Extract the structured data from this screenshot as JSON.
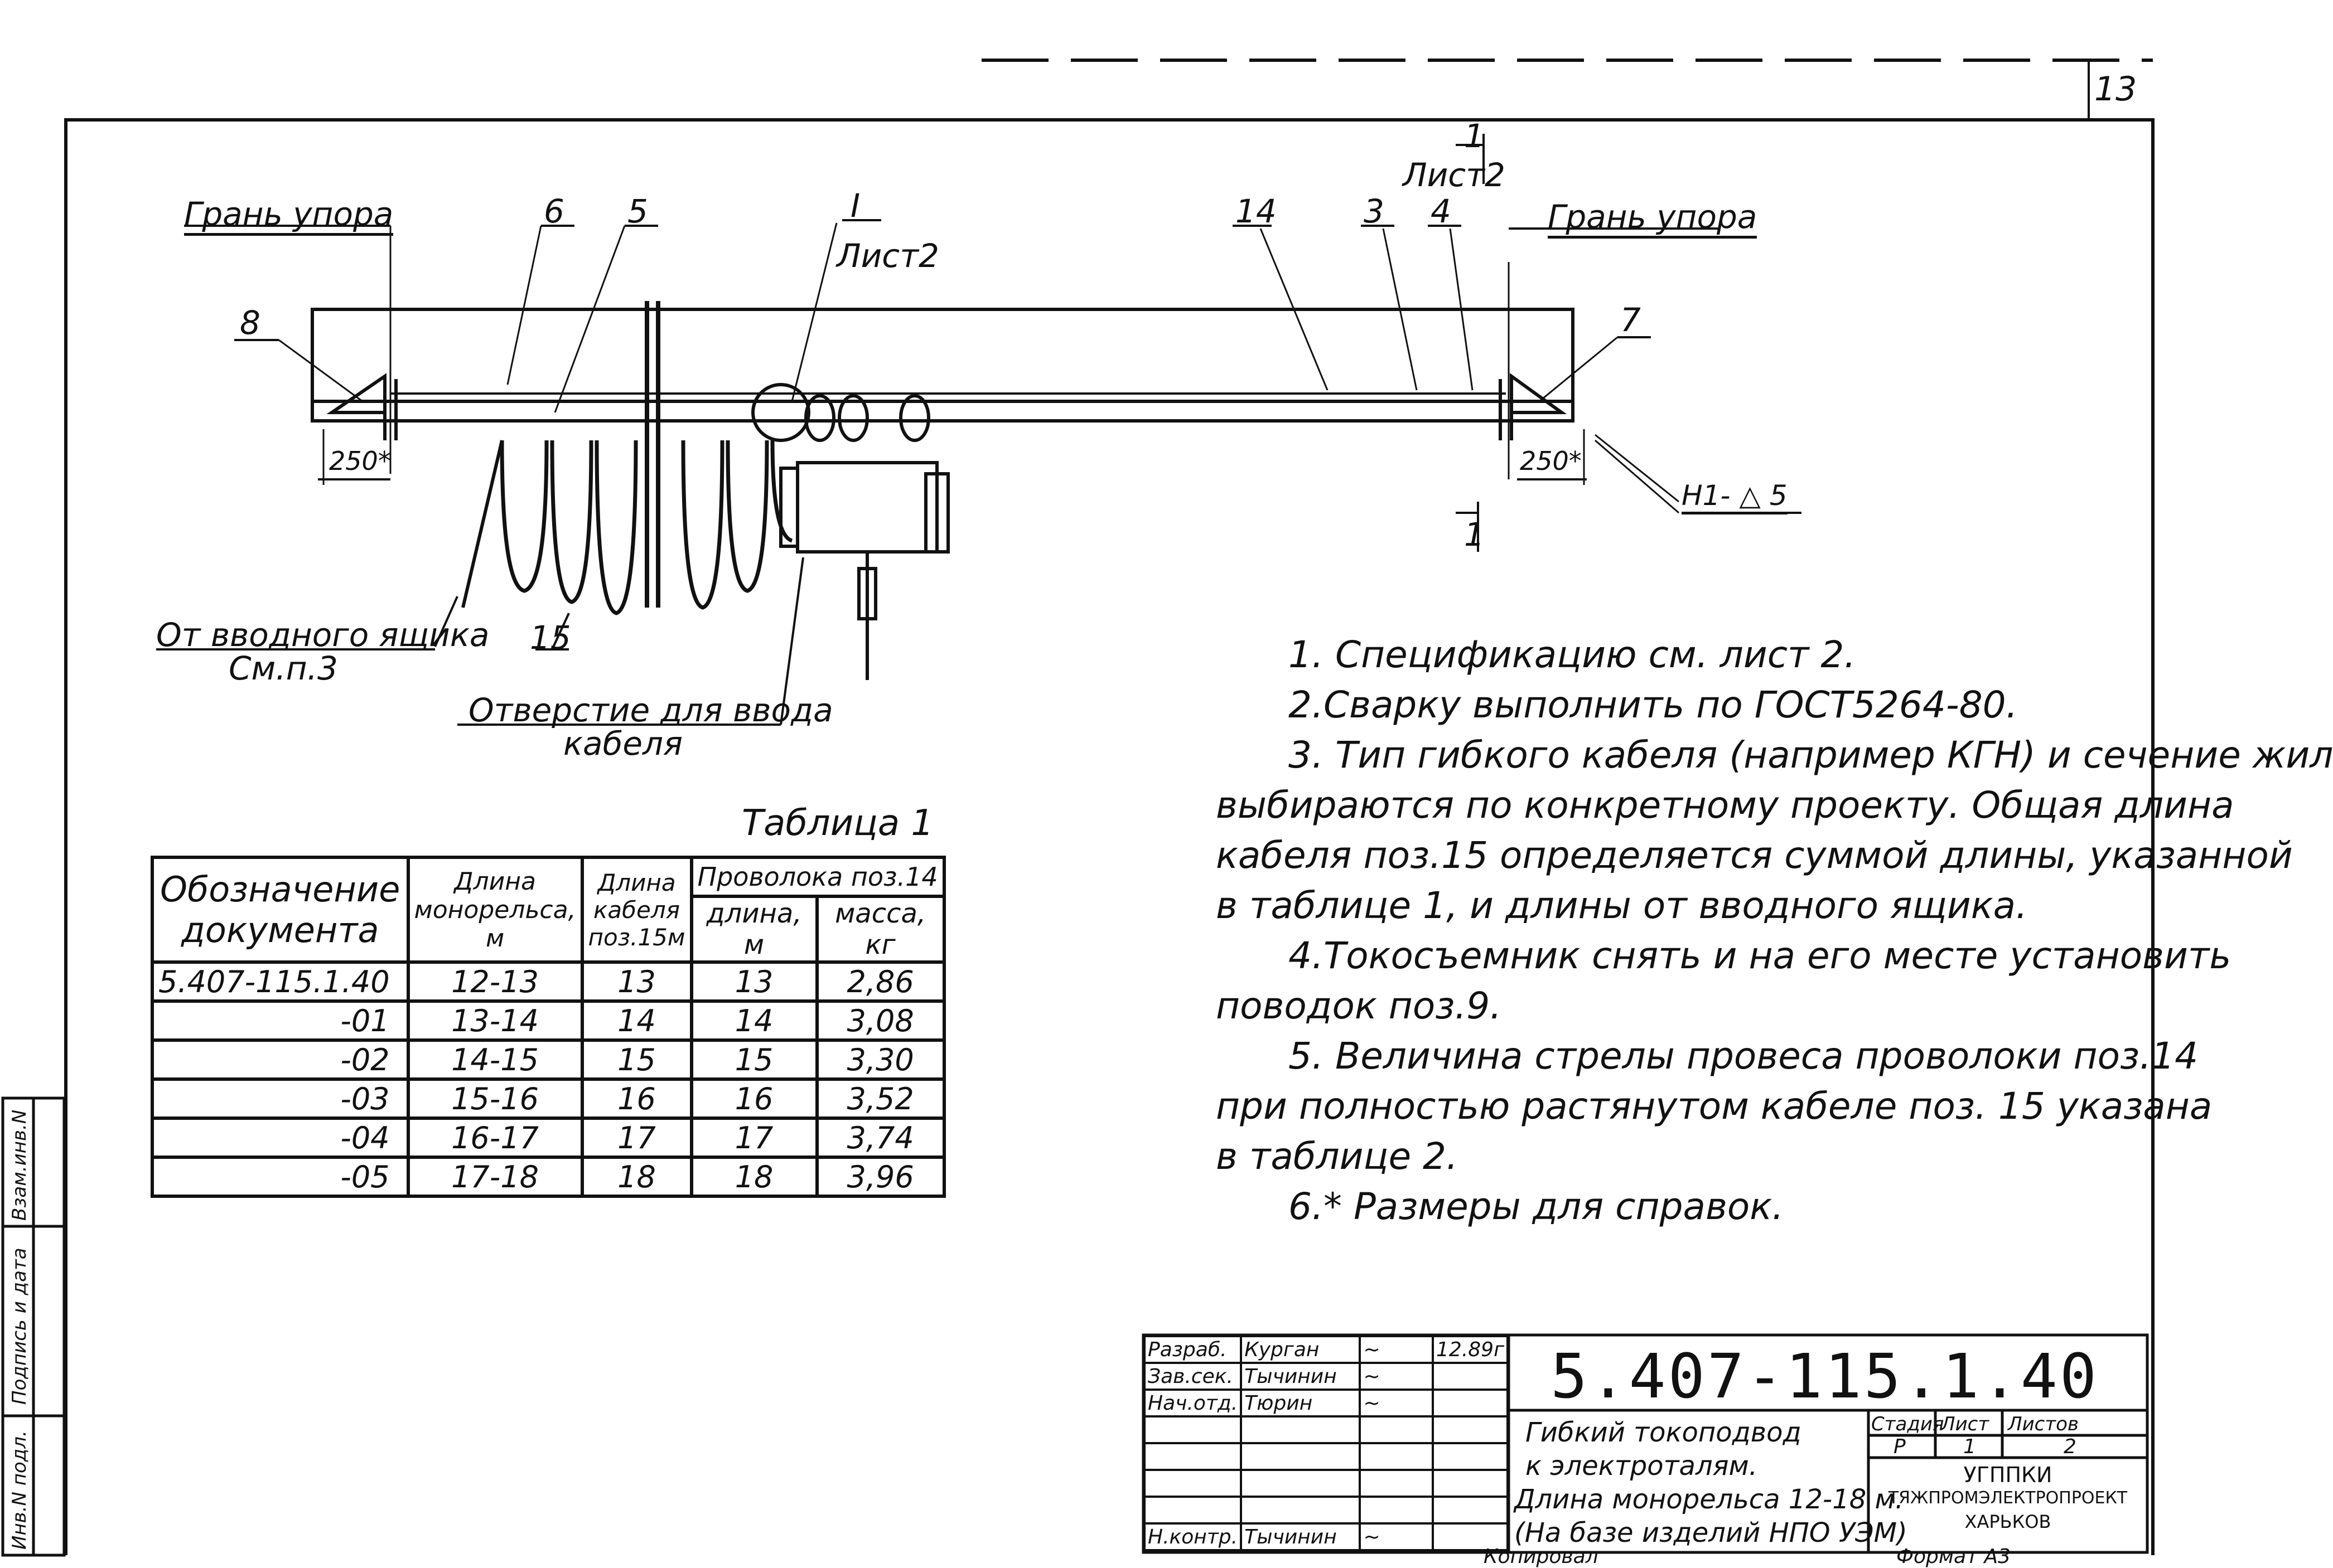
{
  "sheet_number": "13",
  "drawing": {
    "labels": {
      "face_left": "Грань упора",
      "face_right": "Грань упора",
      "p6": "6",
      "p5": "5",
      "p1_roman": "I",
      "list2_top": "Лист2",
      "p14": "14",
      "p3": "3",
      "p4": "4",
      "sec1_top": "1",
      "sec_list2": "Лист2",
      "p8": "8",
      "p7": "7",
      "dim_left": "250*",
      "dim_right": "250*",
      "weld": "Н1- △ 5",
      "sec1_bottom": "1",
      "from_box": "От вводного ящика",
      "see_p3": "См.п.3",
      "p15": "15",
      "hole_1": "Отверстие для ввода",
      "hole_2": "кабеля"
    }
  },
  "notes": [
    "1. Спецификацию см. лист 2.",
    "2.Сварку выполнить по ГОСТ5264-80.",
    "3. Тип гибкого кабеля (например КГН) и сечение жил",
    "выбираются по конкретному проекту. Общая длина",
    "кабеля поз.15 определяется суммой длины, указанной",
    "в таблице 1, и длины от вводного ящика.",
    "4.Токосъемник снять и на его месте установить",
    "поводок поз.9.",
    "5. Величина стрелы провеса проволоки поз.14",
    "при полностью растянутом кабеле поз. 15 указана",
    "в таблице 2.",
    "6.* Размеры для справок."
  ],
  "table1": {
    "title": "Таблица 1",
    "headers": {
      "designation": "Обозначение документа",
      "mono_len": "Длина монорельса, м",
      "cable_len": "Длина кабеля поз.15м",
      "wire": "Проволока поз.14",
      "wire_len": "длина, м",
      "wire_mass": "масса, кг"
    },
    "rows": [
      [
        "5.407-115.1.40",
        "12-13",
        "13",
        "13",
        "2,86"
      ],
      [
        "-01",
        "13-14",
        "14",
        "14",
        "3,08"
      ],
      [
        "-02",
        "14-15",
        "15",
        "15",
        "3,30"
      ],
      [
        "-03",
        "15-16",
        "16",
        "16",
        "3,52"
      ],
      [
        "-04",
        "16-17",
        "17",
        "17",
        "3,74"
      ],
      [
        "-05",
        "17-18",
        "18",
        "18",
        "3,96"
      ]
    ]
  },
  "title_block": {
    "code": "5.407-115.1.40",
    "roles": [
      "Разраб.",
      "Зав.сек.",
      "Нач.отд.",
      "",
      "",
      "",
      "",
      "Н.контр."
    ],
    "names": [
      "Курган",
      "Тычинин",
      "Тюрин",
      "",
      "",
      "",
      "",
      "Тычинин"
    ],
    "date": "12.89г",
    "title_lines": [
      "Гибкий токоподвод",
      "к электроталям.",
      "Длина монорельса 12-18 м.",
      "(На базе изделий НПО УЭМ)"
    ],
    "stage_h": "Стадия",
    "sheet_h": "Лист",
    "sheets_h": "Листов",
    "stage": "Р",
    "sheet": "1",
    "sheets": "2",
    "org_1": "УГППКИ",
    "org_2": "ТЯЖПРОМЭЛЕКТРОПРОЕКТ",
    "org_3": "ХАРЬКОВ",
    "copied": "Копировал",
    "format": "Формат А3"
  },
  "side_stamp": {
    "inv_orig": "Инв.N подл.",
    "sign_date": "Подпись и дата",
    "replace_inv": "Взам.инв.N"
  }
}
